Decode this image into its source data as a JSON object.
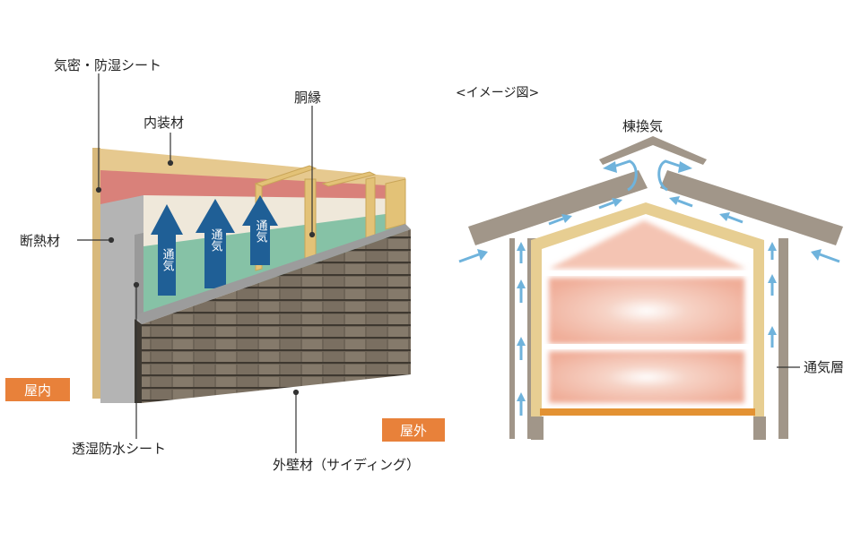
{
  "wall": {
    "labels": {
      "vapor_barrier": "気密・防湿シート",
      "interior_finish": "内装材",
      "furring_strip": "胴縁",
      "insulation": "断熱材",
      "breathable_sheet": "透湿防水シート",
      "exterior_wall": "外壁材（サイディング）"
    },
    "badges": {
      "indoor": "屋内",
      "outdoor": "屋外"
    },
    "airflow_text": "通気",
    "colors": {
      "badge": "#e8813a",
      "arrow": "#1f5f96",
      "interior": "#e6c98f",
      "vapor_sheet": "#d9817a",
      "insulation": "#b9b9b9",
      "breathable_sheet": "#86c2a6",
      "furring": "#e3c277",
      "siding": "#6e6457"
    }
  },
  "house": {
    "caption": "<イメージ図>",
    "labels": {
      "ridge_vent": "棟換気",
      "air_layer": "通気層"
    },
    "colors": {
      "roof": "#a19689",
      "frame": "#e7ce92",
      "airflow": "#6fb3dc",
      "floor": "#e39233",
      "interior_glow": "#f2b9a4"
    }
  }
}
